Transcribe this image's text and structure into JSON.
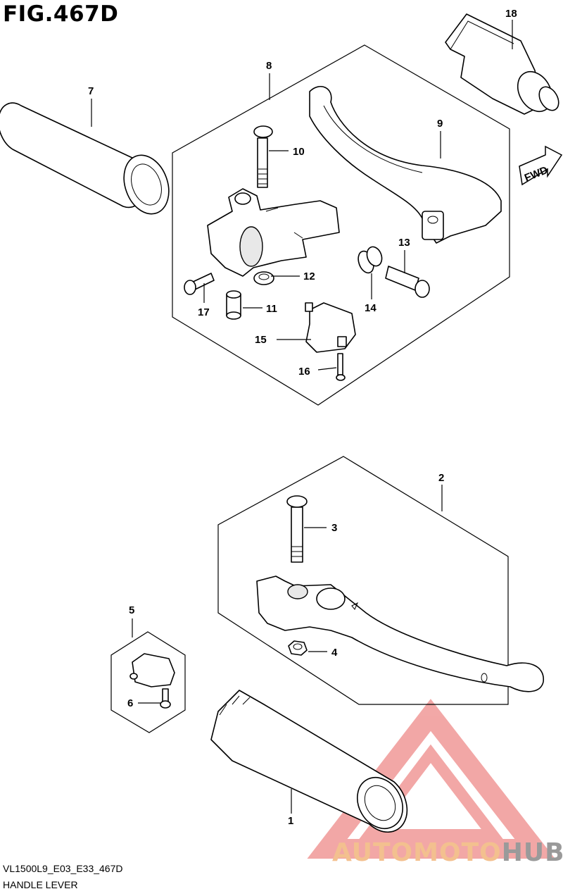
{
  "figure": {
    "title": "FIG.467D"
  },
  "fwd_label": "FWD",
  "callouts": {
    "p1": "1",
    "p2": "2",
    "p3": "3",
    "p4": "4",
    "p5": "5",
    "p6": "6",
    "p7": "7",
    "p8": "8",
    "p9": "9",
    "p10": "10",
    "p11": "11",
    "p12": "12",
    "p13": "13",
    "p14": "14",
    "p15": "15",
    "p16": "16",
    "p17": "17",
    "p18": "18"
  },
  "footer": {
    "model_code": "VL1500L9_E03_E33_467D",
    "section_name": "HANDLE LEVER"
  },
  "watermark": {
    "left": "AUTOMOTO",
    "right": "HUB",
    "color": "#e8605f"
  }
}
